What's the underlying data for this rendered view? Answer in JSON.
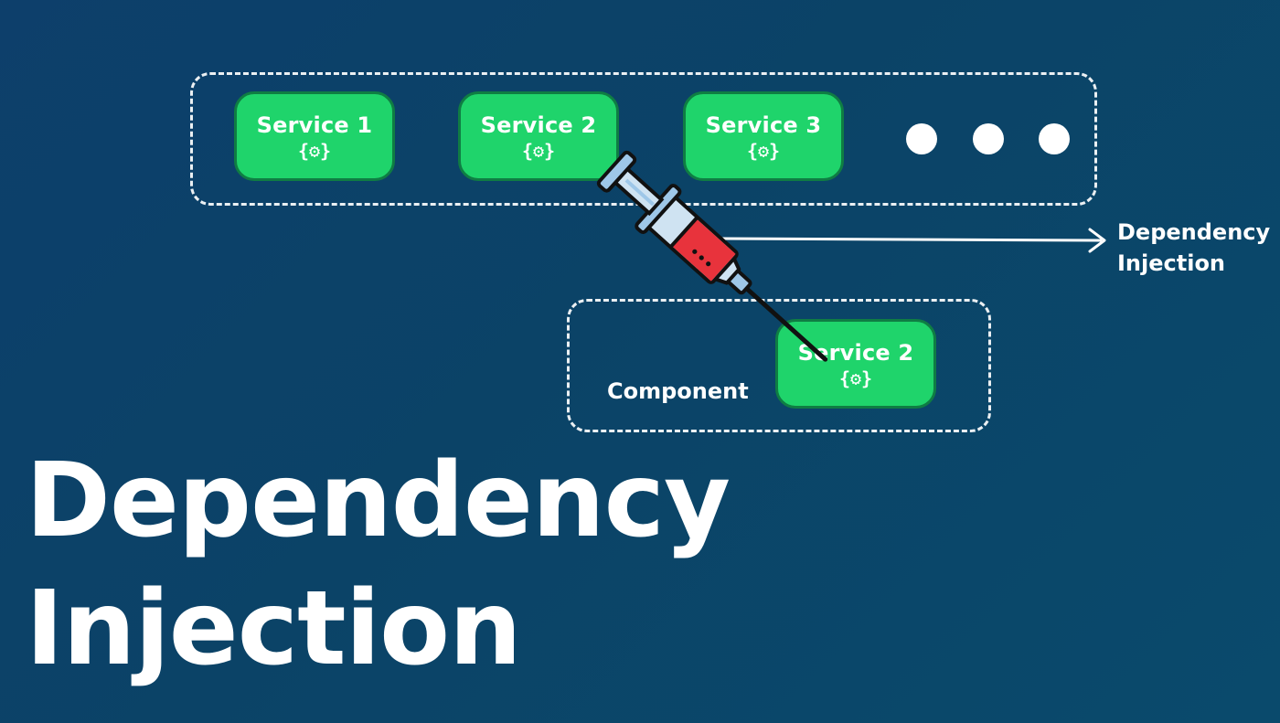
{
  "services": [
    {
      "label": "Service 1",
      "icon": "{⚙}"
    },
    {
      "label": "Service 2",
      "icon": "{⚙}"
    },
    {
      "label": "Service 3",
      "icon": "{⚙}"
    }
  ],
  "component": {
    "label": "Component",
    "injected_service": {
      "label": "Service 2",
      "icon": "{⚙}"
    }
  },
  "annotation": {
    "line1": "Dependency",
    "line2": "Injection"
  },
  "title": {
    "line1": "Dependency",
    "line2": "Injection"
  },
  "icons": {
    "syringe": "syringe-icon",
    "arrow": "arrow-right-icon",
    "gear": "gear-code-icon"
  },
  "colors": {
    "background": "#0b4367",
    "service_fill": "#1fd46b",
    "service_border": "#0f7d43",
    "syringe_liquid": "#e8333c",
    "syringe_body": "#cfe3f2"
  }
}
